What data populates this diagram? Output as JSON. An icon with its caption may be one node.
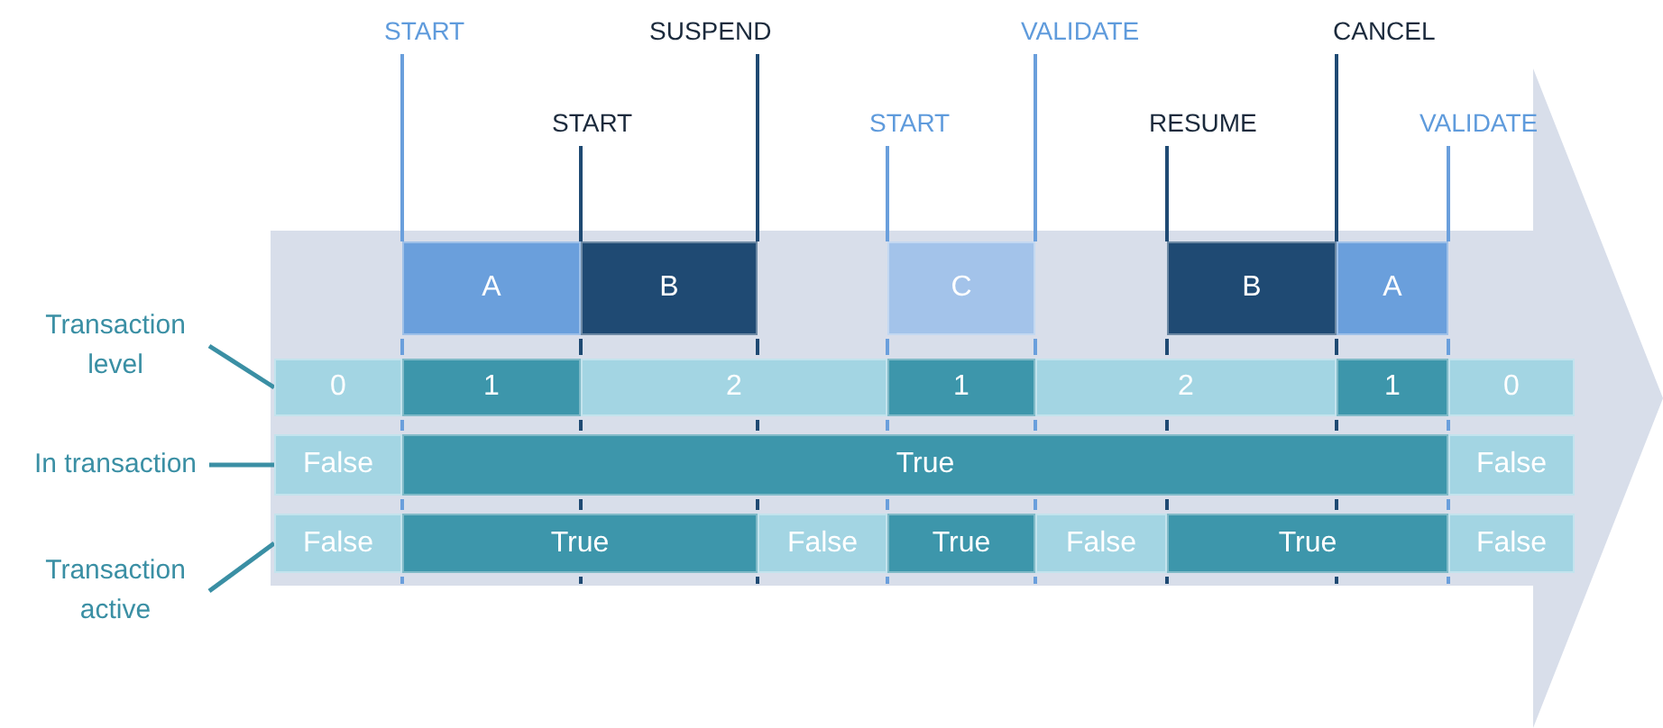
{
  "diagram": {
    "nodes": [
      {
        "text": [
          "A"
        ]
      },
      {
        "text": [
          "B"
        ]
      },
      {
        "text": [
          "C"
        ]
      },
      {
        "text": [
          "B"
        ]
      },
      {
        "text": [
          "A"
        ]
      },
      {
        "text": [
          "0"
        ]
      },
      {
        "text": [
          "1"
        ]
      },
      {
        "text": [
          "2"
        ]
      },
      {
        "text": [
          "1"
        ]
      },
      {
        "text": [
          "2"
        ]
      },
      {
        "text": [
          "1"
        ]
      },
      {
        "text": [
          "0"
        ]
      },
      {
        "text": [
          "False"
        ]
      },
      {
        "text": [
          "True"
        ]
      },
      {
        "text": [
          "False"
        ]
      },
      {
        "text": [
          "False"
        ]
      },
      {
        "text": [
          "True"
        ]
      },
      {
        "text": [
          "False"
        ]
      },
      {
        "text": [
          "True"
        ]
      },
      {
        "text": [
          "False"
        ]
      },
      {
        "text": [
          "True"
        ]
      },
      {
        "text": [
          "False"
        ]
      },
      {
        "text": [
          "Transaction level"
        ]
      },
      {
        "text": [
          "In transaction"
        ]
      },
      {
        "text": [
          "Transaction active"
        ]
      },
      {
        "text": [
          "START"
        ]
      },
      {
        "text": [
          "SUSPEND"
        ]
      },
      {
        "text": [
          "VALIDATE"
        ]
      },
      {
        "text": [
          "CANCEL"
        ]
      },
      {
        "text": [
          "START"
        ]
      },
      {
        "text": [
          "START"
        ]
      },
      {
        "text": [
          "RESUME"
        ]
      },
      {
        "text": [
          "VALIDATE"
        ]
      }
    ],
    "edges": [
      {
        "from": 22,
        "to": 5,
        "arrow": "none"
      },
      {
        "from": 23,
        "to": 12,
        "arrow": "none"
      },
      {
        "from": 24,
        "to": 15,
        "arrow": "none"
      },
      {
        "from": 25,
        "to": 0,
        "arrow": "none",
        "color": "#6a9fdc"
      },
      {
        "from": 26,
        "to": 1,
        "arrow": "none",
        "color": "#1f4a73"
      },
      {
        "from": 27,
        "to": 2,
        "arrow": "none",
        "color": "#6a9fdc"
      },
      {
        "from": 28,
        "to": 4,
        "arrow": "none",
        "color": "#1f4a73"
      },
      {
        "from": 29,
        "to": 1,
        "arrow": "none",
        "color": "#1f4a73"
      },
      {
        "from": 30,
        "to": 2,
        "arrow": "none",
        "color": "#6a9fdc"
      },
      {
        "from": 31,
        "to": 3,
        "arrow": "none",
        "color": "#1f4a73"
      },
      {
        "from": 32,
        "to": 4,
        "arrow": "none",
        "color": "#6a9fdc"
      }
    ]
  }
}
